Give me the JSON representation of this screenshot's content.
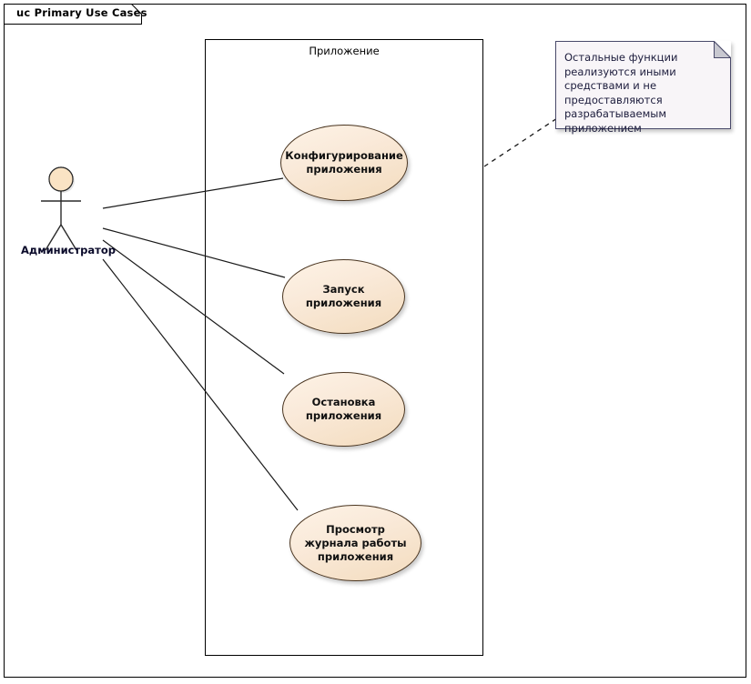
{
  "frame": {
    "tab_label": "uc Primary Use Cases"
  },
  "system": {
    "label": "Приложение"
  },
  "actor": {
    "name": "Администратор",
    "icon": "stick-figure-actor-icon"
  },
  "use_cases": [
    {
      "id": "configure",
      "label": "Конфигурирование приложения"
    },
    {
      "id": "start",
      "label": "Запуск приложения"
    },
    {
      "id": "stop",
      "label": "Остановка приложения"
    },
    {
      "id": "view-log",
      "label": "Просмотр журнала работы приложения"
    }
  ],
  "note": {
    "text": "Остальные функции реализуются иными средствами и не предоставляются разрабатываемым приложением"
  },
  "colors": {
    "usecase_fill_light": "#fdf3e6",
    "usecase_fill_dark": "#f3dcbe",
    "usecase_stroke": "#4a3520",
    "note_fill": "#f8f5f8",
    "note_stroke": "#4a4a6a",
    "note_fold": "#c8c8d0",
    "line_stroke": "#1a1a1a",
    "frame_stroke": "#000000",
    "actor_head_fill": "#fae3c4",
    "actor_label_color": "#0a0a2a"
  }
}
